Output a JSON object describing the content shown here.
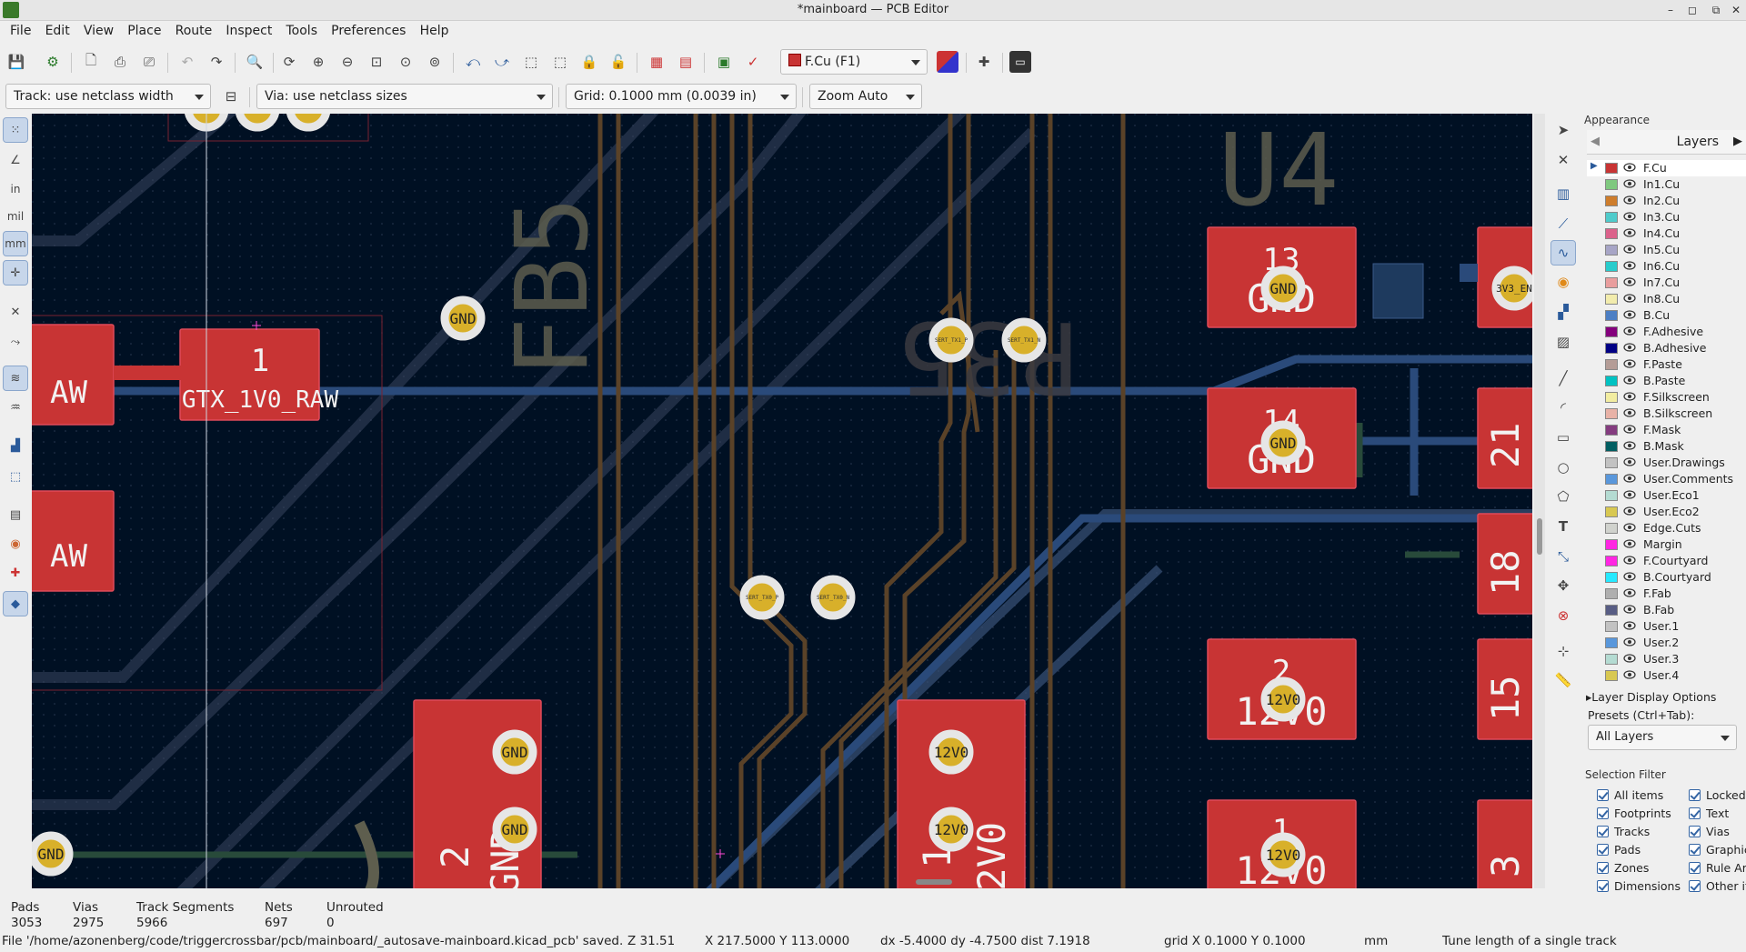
{
  "window": {
    "title": "*mainboard — PCB Editor",
    "min": "–",
    "max": "◻",
    "close": "✕"
  },
  "menu": [
    "File",
    "Edit",
    "View",
    "Place",
    "Route",
    "Inspect",
    "Tools",
    "Preferences",
    "Help"
  ],
  "toolbar": {
    "layer_select": "F.Cu (F1)",
    "track_width": "Track: use netclass width",
    "via_size": "Via: use netclass sizes",
    "grid": "Grid: 0.1000 mm (0.0039 in)",
    "zoom": "Zoom Auto"
  },
  "left_toolbar": {
    "units_in": "in",
    "units_mil": "mil",
    "units_mm": "mm"
  },
  "canvas": {
    "silk": {
      "fb": "FB5",
      "u4": "U4",
      "r35": "R35"
    },
    "pads": [
      {
        "num": "1",
        "net": "GTX_1V0_RAW"
      },
      {
        "num": "13",
        "net": "GND"
      },
      {
        "num": "14",
        "net": "GND"
      },
      {
        "num": "2",
        "net": "12V0"
      },
      {
        "num": "1",
        "net": "12V0"
      },
      {
        "num": "2",
        "net": "GND"
      },
      {
        "num": "1",
        "net": "12V0"
      },
      {
        "num": "21",
        "net": ""
      },
      {
        "num": "18",
        "net": ""
      },
      {
        "num": "15",
        "net": ""
      },
      {
        "num": "3",
        "net": ""
      },
      {
        "num": "",
        "net": "AW"
      },
      {
        "num": "",
        "net": "AW"
      }
    ],
    "vias": {
      "gnd": "GND",
      "v12": "12V0",
      "v33": "3V3_EN",
      "sata_tx1p": "SERT_TX1_P",
      "sata_tx1n": "SERT_TX1_N",
      "sata_tx0p": "SERT_TX0_P",
      "sata_tx0n": "SERT_TX0_N"
    }
  },
  "appearance": {
    "title": "Appearance",
    "tab": "Layers",
    "layers": [
      {
        "name": "F.Cu",
        "color": "#c83434"
      },
      {
        "name": "In1.Cu",
        "color": "#7fc87f"
      },
      {
        "name": "In2.Cu",
        "color": "#ce7d2c"
      },
      {
        "name": "In3.Cu",
        "color": "#4fcbcb"
      },
      {
        "name": "In4.Cu",
        "color": "#db628b"
      },
      {
        "name": "In5.Cu",
        "color": "#a7a5c6"
      },
      {
        "name": "In6.Cu",
        "color": "#28cccc"
      },
      {
        "name": "In7.Cu",
        "color": "#e99e9e"
      },
      {
        "name": "In8.Cu",
        "color": "#f2ecad"
      },
      {
        "name": "B.Cu",
        "color": "#4d7fc4"
      },
      {
        "name": "F.Adhesive",
        "color": "#84007c"
      },
      {
        "name": "B.Adhesive",
        "color": "#000084"
      },
      {
        "name": "F.Paste",
        "color": "#b49c96"
      },
      {
        "name": "B.Paste",
        "color": "#00c2c2"
      },
      {
        "name": "F.Silkscreen",
        "color": "#f2eda1"
      },
      {
        "name": "B.Silkscreen",
        "color": "#e8b2a7"
      },
      {
        "name": "F.Mask",
        "color": "#843c7f"
      },
      {
        "name": "B.Mask",
        "color": "#025e61"
      },
      {
        "name": "User.Drawings",
        "color": "#c2c2c2"
      },
      {
        "name": "User.Comments",
        "color": "#5997db"
      },
      {
        "name": "User.Eco1",
        "color": "#b4dbd2"
      },
      {
        "name": "User.Eco2",
        "color": "#d8c852"
      },
      {
        "name": "Edge.Cuts",
        "color": "#d0d2cd"
      },
      {
        "name": "Margin",
        "color": "#ff26e2"
      },
      {
        "name": "F.Courtyard",
        "color": "#ff26e2"
      },
      {
        "name": "B.Courtyard",
        "color": "#26e9ff"
      },
      {
        "name": "F.Fab",
        "color": "#afafaf"
      },
      {
        "name": "B.Fab",
        "color": "#585d84"
      },
      {
        "name": "User.1",
        "color": "#c2c2c2"
      },
      {
        "name": "User.2",
        "color": "#5997db"
      },
      {
        "name": "User.3",
        "color": "#b4dbd2"
      },
      {
        "name": "User.4",
        "color": "#d8c852"
      }
    ],
    "display_options": "Layer Display Options",
    "presets_label": "Presets (Ctrl+Tab):",
    "presets_value": "All Layers"
  },
  "selection_filter": {
    "title": "Selection Filter",
    "items": [
      "All items",
      "Locked",
      "Footprints",
      "Text",
      "Tracks",
      "Vias",
      "Pads",
      "Graphic",
      "Zones",
      "Rule Are",
      "Dimensions",
      "Other it"
    ]
  },
  "message_panel": [
    {
      "label": "Pads",
      "value": "3053"
    },
    {
      "label": "Vias",
      "value": "2975"
    },
    {
      "label": "Track Segments",
      "value": "5966"
    },
    {
      "label": "Nets",
      "value": "697"
    },
    {
      "label": "Unrouted",
      "value": "0"
    }
  ],
  "statusbar": {
    "message": "File '/home/azonenberg/code/triggercrossbar/pcb/mainboard/_autosave-mainboard.kicad_pcb' saved.",
    "zoom": "Z 31.51",
    "xy": "X 217.5000  Y 113.0000",
    "delta": "dx -5.4000  dy -4.7500  dist 7.1918",
    "grid": "grid X 0.1000  Y 0.1000",
    "units": "mm",
    "tool": "Tune length of a single track"
  }
}
